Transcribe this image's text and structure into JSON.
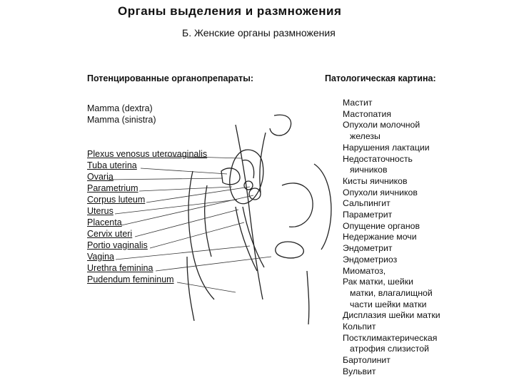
{
  "header": {
    "title": "Органы выделения и размножения",
    "subtitle": "Б. Женские органы размножения"
  },
  "columns": {
    "left_title": "Потенцированные органопрепараты:",
    "right_title": "Патологическая картина:"
  },
  "mamma": [
    "Mamma (dextra)",
    "Mamma (sinistra)"
  ],
  "organs": [
    "Plexus venosus uterovaginalis",
    "Tuba uterina",
    "Ovaria",
    "Parametrium",
    "Corpus luteum",
    "Uterus",
    "Placenta",
    "Cervix uteri",
    "Portio vaginalis",
    "Vagina",
    "Urethra feminina",
    "Pudendum femininum"
  ],
  "pathology": [
    {
      "text": "Мастит",
      "indent": false
    },
    {
      "text": "Мастопатия",
      "indent": false
    },
    {
      "text": "Опухоли молочной",
      "indent": false
    },
    {
      "text": "железы",
      "indent": true
    },
    {
      "text": "Нарушения лактации",
      "indent": false
    },
    {
      "text": "Недостаточность",
      "indent": false
    },
    {
      "text": "яичников",
      "indent": true
    },
    {
      "text": "Кисты яичников",
      "indent": false
    },
    {
      "text": "Опухоли яичников",
      "indent": false
    },
    {
      "text": "Сальпингит",
      "indent": false
    },
    {
      "text": "Параметрит",
      "indent": false
    },
    {
      "text": "Опущение органов",
      "indent": false
    },
    {
      "text": "Недержание мочи",
      "indent": false
    },
    {
      "text": "Эндометрит",
      "indent": false
    },
    {
      "text": "Эндометриоз",
      "indent": false
    },
    {
      "text": "Миоматоз,",
      "indent": false
    },
    {
      "text": "Рак матки, шейки",
      "indent": false
    },
    {
      "text": "матки, влагалищной",
      "indent": true
    },
    {
      "text": "части шейки матки",
      "indent": true
    },
    {
      "text": "Дисплазия шейки матки",
      "indent": false
    },
    {
      "text": "Кольпит",
      "indent": false
    },
    {
      "text": "Постклимактерическая",
      "indent": false
    },
    {
      "text": "атрофия слизистой",
      "indent": true
    },
    {
      "text": "Бартолинит",
      "indent": false
    },
    {
      "text": "Вульвит",
      "indent": false
    }
  ]
}
